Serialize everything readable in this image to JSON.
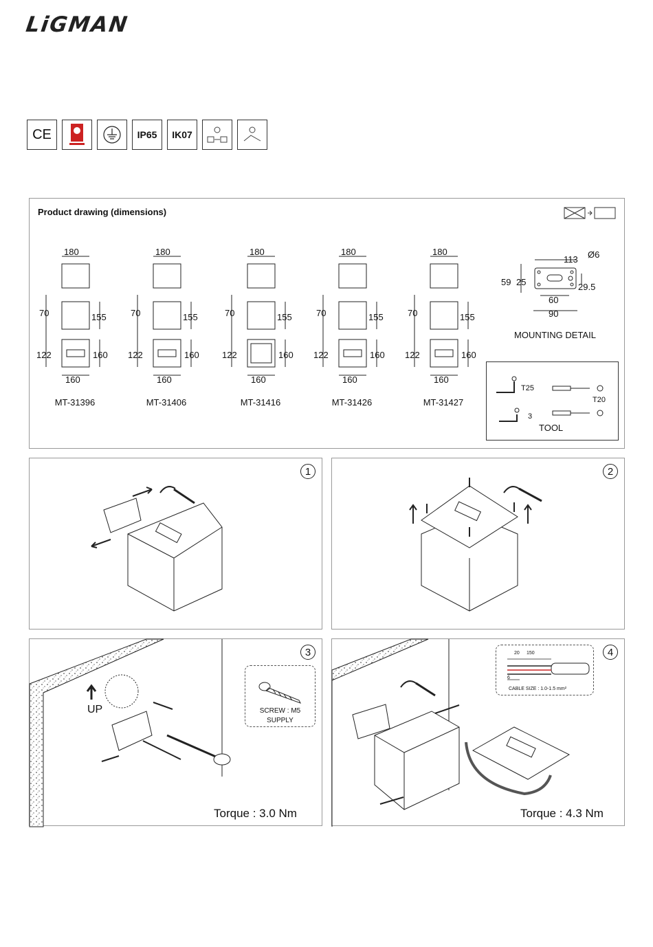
{
  "brand": {
    "logo_text": "LiGMAN"
  },
  "certifications": [
    {
      "label": "CE",
      "icon": "ce-mark-icon"
    },
    {
      "label": "",
      "icon": "quality-seal-icon"
    },
    {
      "label": "",
      "icon": "earth-ground-icon"
    },
    {
      "label": "IP65",
      "icon": "ip65-icon"
    },
    {
      "label": "IK07",
      "icon": "ik07-icon"
    },
    {
      "label": "",
      "icon": "adjustable-icon"
    },
    {
      "label": "",
      "icon": "replaceable-icon"
    }
  ],
  "drawing": {
    "title": "Product drawing (dimensions)",
    "models": [
      {
        "name": "MT-31396",
        "top_w": "180",
        "h": "70",
        "depth": "155",
        "front_h": "122",
        "side": "160",
        "bottom_w": "160"
      },
      {
        "name": "MT-31406",
        "top_w": "180",
        "h": "70",
        "depth": "155",
        "front_h": "122",
        "side": "160",
        "bottom_w": "160"
      },
      {
        "name": "MT-31416",
        "top_w": "180",
        "h": "70",
        "depth": "155",
        "front_h": "122",
        "side": "160",
        "bottom_w": "160"
      },
      {
        "name": "MT-31426",
        "top_w": "180",
        "h": "70",
        "depth": "155",
        "front_h": "122",
        "side": "160",
        "bottom_w": "160"
      },
      {
        "name": "MT-31427",
        "top_w": "180",
        "h": "70",
        "depth": "155",
        "front_h": "122",
        "side": "160",
        "bottom_w": "160"
      }
    ],
    "mounting": {
      "label": "MOUNTING DETAIL",
      "w113": "113",
      "hole": "Ø6",
      "h59": "59",
      "h25": "25",
      "d29": "29.5",
      "w60": "60",
      "w90": "90"
    },
    "tool": {
      "label": "TOOL",
      "t25": "T25",
      "t20": "T20",
      "hex": "3"
    }
  },
  "steps": [
    {
      "num": "1"
    },
    {
      "num": "2"
    },
    {
      "num": "3",
      "torque": "Torque : 3.0 Nm",
      "up": "UP",
      "screw_line1": "SCREW : M5",
      "screw_line2": "SUPPLY"
    },
    {
      "num": "4",
      "torque": "Torque : 4.3 Nm",
      "cable_20": "20",
      "cable_150": "150",
      "cable_6": "6",
      "cable_size": "CABLE SIZE : 1.0-1.5 mm²"
    }
  ]
}
